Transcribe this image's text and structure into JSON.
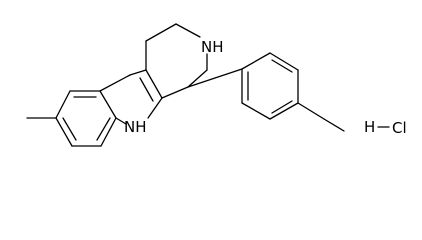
{
  "molecule": {
    "atom_labels": {
      "ring_amine": "NH",
      "indole_nh": "NH",
      "hydrogen": "H",
      "chlorine": "Cl"
    }
  },
  "colors": {
    "ink": "#000000",
    "background": "#ffffff"
  }
}
